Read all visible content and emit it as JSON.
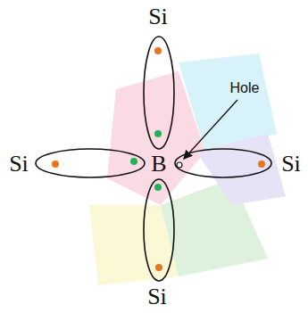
{
  "diagram": {
    "labels": [
      "Si",
      "Si",
      "Si",
      "Si",
      "B",
      "Hole"
    ]
  }
}
